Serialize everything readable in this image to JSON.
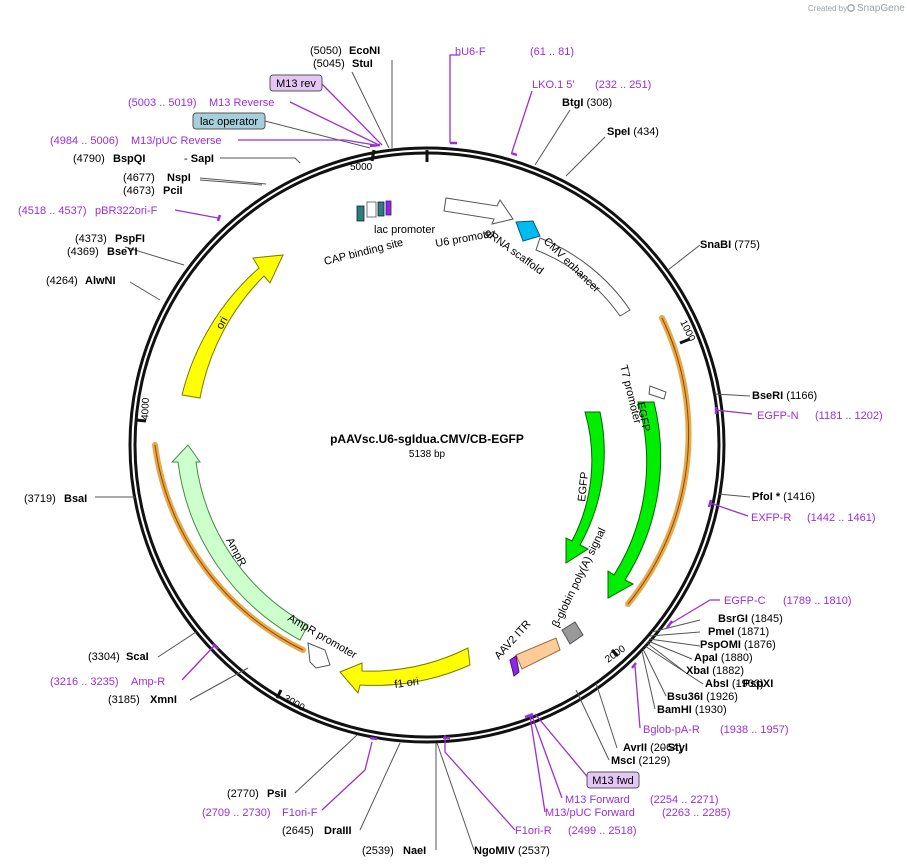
{
  "brand": {
    "created_by": "Created by",
    "name": "SnapGene"
  },
  "plasmid": {
    "name": "pAAVsc.U6-sgIdua.CMV/CB-EGFP",
    "length": "5138 bp"
  },
  "ticks": [
    "1000",
    "2000",
    "3000",
    "4000",
    "5000"
  ],
  "sites": [
    {
      "name": "EcoNI",
      "pos": "(5050)"
    },
    {
      "name": "StuI",
      "pos": "(5045)"
    },
    {
      "name": "BtgI",
      "pos": "(308)"
    },
    {
      "name": "SpeI",
      "pos": "(434)"
    },
    {
      "name": "SnaBI",
      "pos": "(775)"
    },
    {
      "name": "BseRI",
      "pos": "(1166)"
    },
    {
      "name": "PfoI *",
      "pos": "(1416)"
    },
    {
      "name": "BsrGI",
      "pos": "(1845)"
    },
    {
      "name": "PmeI",
      "pos": "(1871)"
    },
    {
      "name": "PspOMI",
      "pos": "(1876)"
    },
    {
      "name": "ApaI",
      "pos": "(1880)"
    },
    {
      "name": "XbaI",
      "pos": "(1882)"
    },
    {
      "name": "AbsI",
      "pos": "(1903)"
    },
    {
      "name": "PspXI",
      "pos": ""
    },
    {
      "name": "Bsu36I",
      "pos": "(1926)"
    },
    {
      "name": "BamHI",
      "pos": "(1930)"
    },
    {
      "name": "AvrII",
      "pos": "(2064)"
    },
    {
      "name": "StyI",
      "pos": ""
    },
    {
      "name": "MscI",
      "pos": "(2129)"
    },
    {
      "name": "NgoMIV",
      "pos": "(2537)"
    },
    {
      "name": "NaeI",
      "pos": "(2539)"
    },
    {
      "name": "DraIII",
      "pos": "(2645)"
    },
    {
      "name": "PsiI",
      "pos": "(2770)"
    },
    {
      "name": "XmnI",
      "pos": "(3185)"
    },
    {
      "name": "ScaI",
      "pos": "(3304)"
    },
    {
      "name": "BsaI",
      "pos": "(3719)"
    },
    {
      "name": "AlwNI",
      "pos": "(4264)"
    },
    {
      "name": "BseYI",
      "pos": "(4369)"
    },
    {
      "name": "PspFI",
      "pos": "(4373)"
    },
    {
      "name": "PciI",
      "pos": "(4673)"
    },
    {
      "name": "NspI",
      "pos": "(4677)"
    },
    {
      "name": "BspQI",
      "pos": "(4790)"
    },
    {
      "name": "SapI",
      "pos": ""
    }
  ],
  "primers": [
    {
      "name": "hU6-F",
      "range": "(61 .. 81)"
    },
    {
      "name": "LKO.1 5'",
      "range": "(232 .. 251)"
    },
    {
      "name": "EGFP-N",
      "range": "(1181 .. 1202)"
    },
    {
      "name": "EXFP-R",
      "range": "(1442 .. 1461)"
    },
    {
      "name": "EGFP-C",
      "range": "(1789 .. 1810)"
    },
    {
      "name": "Bglob-pA-R",
      "range": "(1938 .. 1957)"
    },
    {
      "name": "M13 Forward",
      "range": "(2254 .. 2271)"
    },
    {
      "name": "M13/pUC Forward",
      "range": "(2263 .. 2285)"
    },
    {
      "name": "F1ori-R",
      "range": "(2499 .. 2518)"
    },
    {
      "name": "F1ori-F",
      "range": "(2709 .. 2730)"
    },
    {
      "name": "Amp-R",
      "range": "(3216 .. 3235)"
    },
    {
      "name": "pBR322ori-F",
      "range": "(4518 .. 4537)"
    },
    {
      "name": "M13/pUC Reverse",
      "range": "(4984 .. 5006)"
    },
    {
      "name": "M13 Reverse",
      "range": "(5003 .. 5019)"
    }
  ],
  "boxed_labels": {
    "m13_rev": "M13 rev",
    "lac_operator": "lac operator",
    "m13_fwd": "M13 fwd"
  },
  "features": {
    "lac_promoter": "lac promoter",
    "cap_binding_site": "CAP binding site",
    "u6_promoter": "U6 promoter",
    "grna_scaffold": "gRNA scaffold",
    "cmv_enhancer": "CMV enhancer",
    "t7_promoter": "T7 promoter",
    "egfp_a": "EGFP",
    "egfp_b": "EGFP",
    "bglobin": "β-globin poly(A) signal",
    "aav2_itr": "AAV2 ITR",
    "f1_ori": "f1 ori",
    "ampr_promoter": "AmpR promoter",
    "ampr": "AmpR",
    "ori": "ori"
  },
  "colors": {
    "backbone": "#111111",
    "primer": "#9a2fd6",
    "ori": "#ffff00",
    "ampr": "#ccffcc",
    "egfp": "#00ee00",
    "f1_ori": "#ffff00",
    "aav2_itr": "#ffcc99",
    "polyA": "#999999",
    "grna": "#00bbee",
    "orange_band": "#e8a84a"
  }
}
